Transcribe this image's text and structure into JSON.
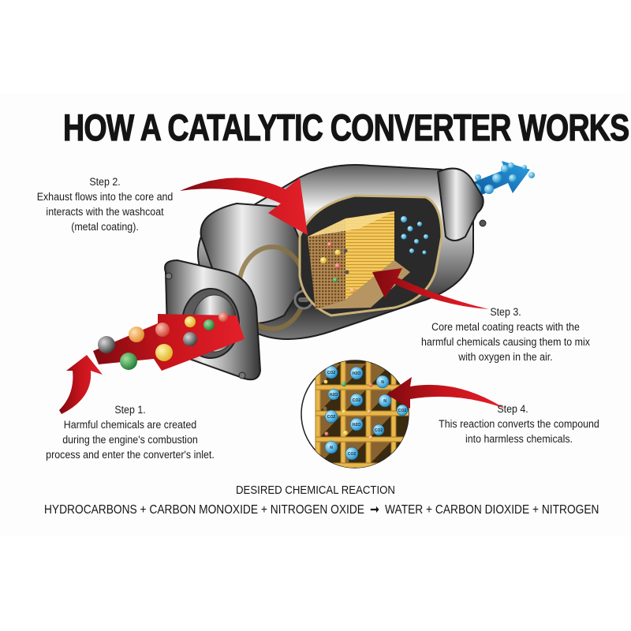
{
  "title": "HOW A CATALYTIC CONVERTER WORKS",
  "steps": [
    {
      "label": "Step 1.",
      "lines": [
        "Harmful chemicals are created",
        "during the engine's combustion",
        "process and enter the converter's inlet."
      ]
    },
    {
      "label": "Step 2.",
      "lines": [
        "Exhaust flows into the core and",
        "interacts with the washcoat",
        "(metal coating)."
      ]
    },
    {
      "label": "Step 3.",
      "lines": [
        "Core metal coating reacts with the",
        "harmful chemicals causing them to mix",
        "with oxygen in the air."
      ]
    },
    {
      "label": "Step 4.",
      "lines": [
        "This reaction converts the compound",
        "into harmless chemicals."
      ]
    }
  ],
  "reaction": {
    "heading": "DESIRED CHEMICAL REACTION",
    "reactants": "HYDROCARBONS + CARBON MONOXIDE + NITROGEN OXIDE",
    "arrow": "➞",
    "products": "WATER + CARBON DIOXIDE + NITROGEN"
  },
  "inset_molecules": [
    "CO2",
    "H2O",
    "N",
    "H2O",
    "CO2",
    "N",
    "H2O",
    "CO2",
    "CO2",
    "H2O",
    "CO2",
    "H2O",
    "CO2",
    "N",
    "CO2"
  ],
  "colors": {
    "arrow_red": "#c8141c",
    "arrow_dark_red": "#8e0d14",
    "outlet_blue": "#1f7fc4",
    "bubble_blue": "#3fb3e0",
    "core_gold": "#e8b64a",
    "metal_light": "#e6e6e6",
    "metal_dark": "#3a3a3a",
    "text": "#1c1c1c"
  }
}
